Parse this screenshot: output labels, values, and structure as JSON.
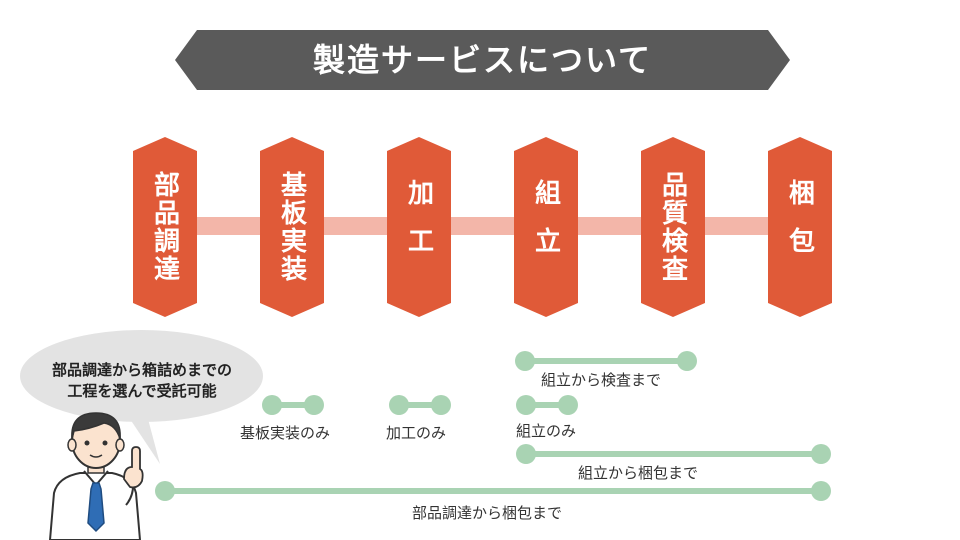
{
  "title": "製造サービスについて",
  "steps": [
    "部品調達",
    "基板実装",
    "加工",
    "組立",
    "品質検査",
    "梱包"
  ],
  "ranges": {
    "assembly_to_inspection": "組立から検査まで",
    "mounting_only": "基板実装のみ",
    "processing_only": "加工のみ",
    "assembly_only": "組立のみ",
    "assembly_to_packing": "組立から梱包まで",
    "procurement_to_packing": "部品調達から梱包まで"
  },
  "bubble": {
    "line1": "部品調達から箱詰めまでの",
    "line2": "工程を選んで受託可能"
  },
  "colors": {
    "banner": "#5a5a5a",
    "step": "#e05a38",
    "flow_line": "#f3b6a9",
    "range": "#a9d3b3",
    "bubble": "#e3e3e3"
  },
  "icons": [
    "person-pointing-icon"
  ]
}
